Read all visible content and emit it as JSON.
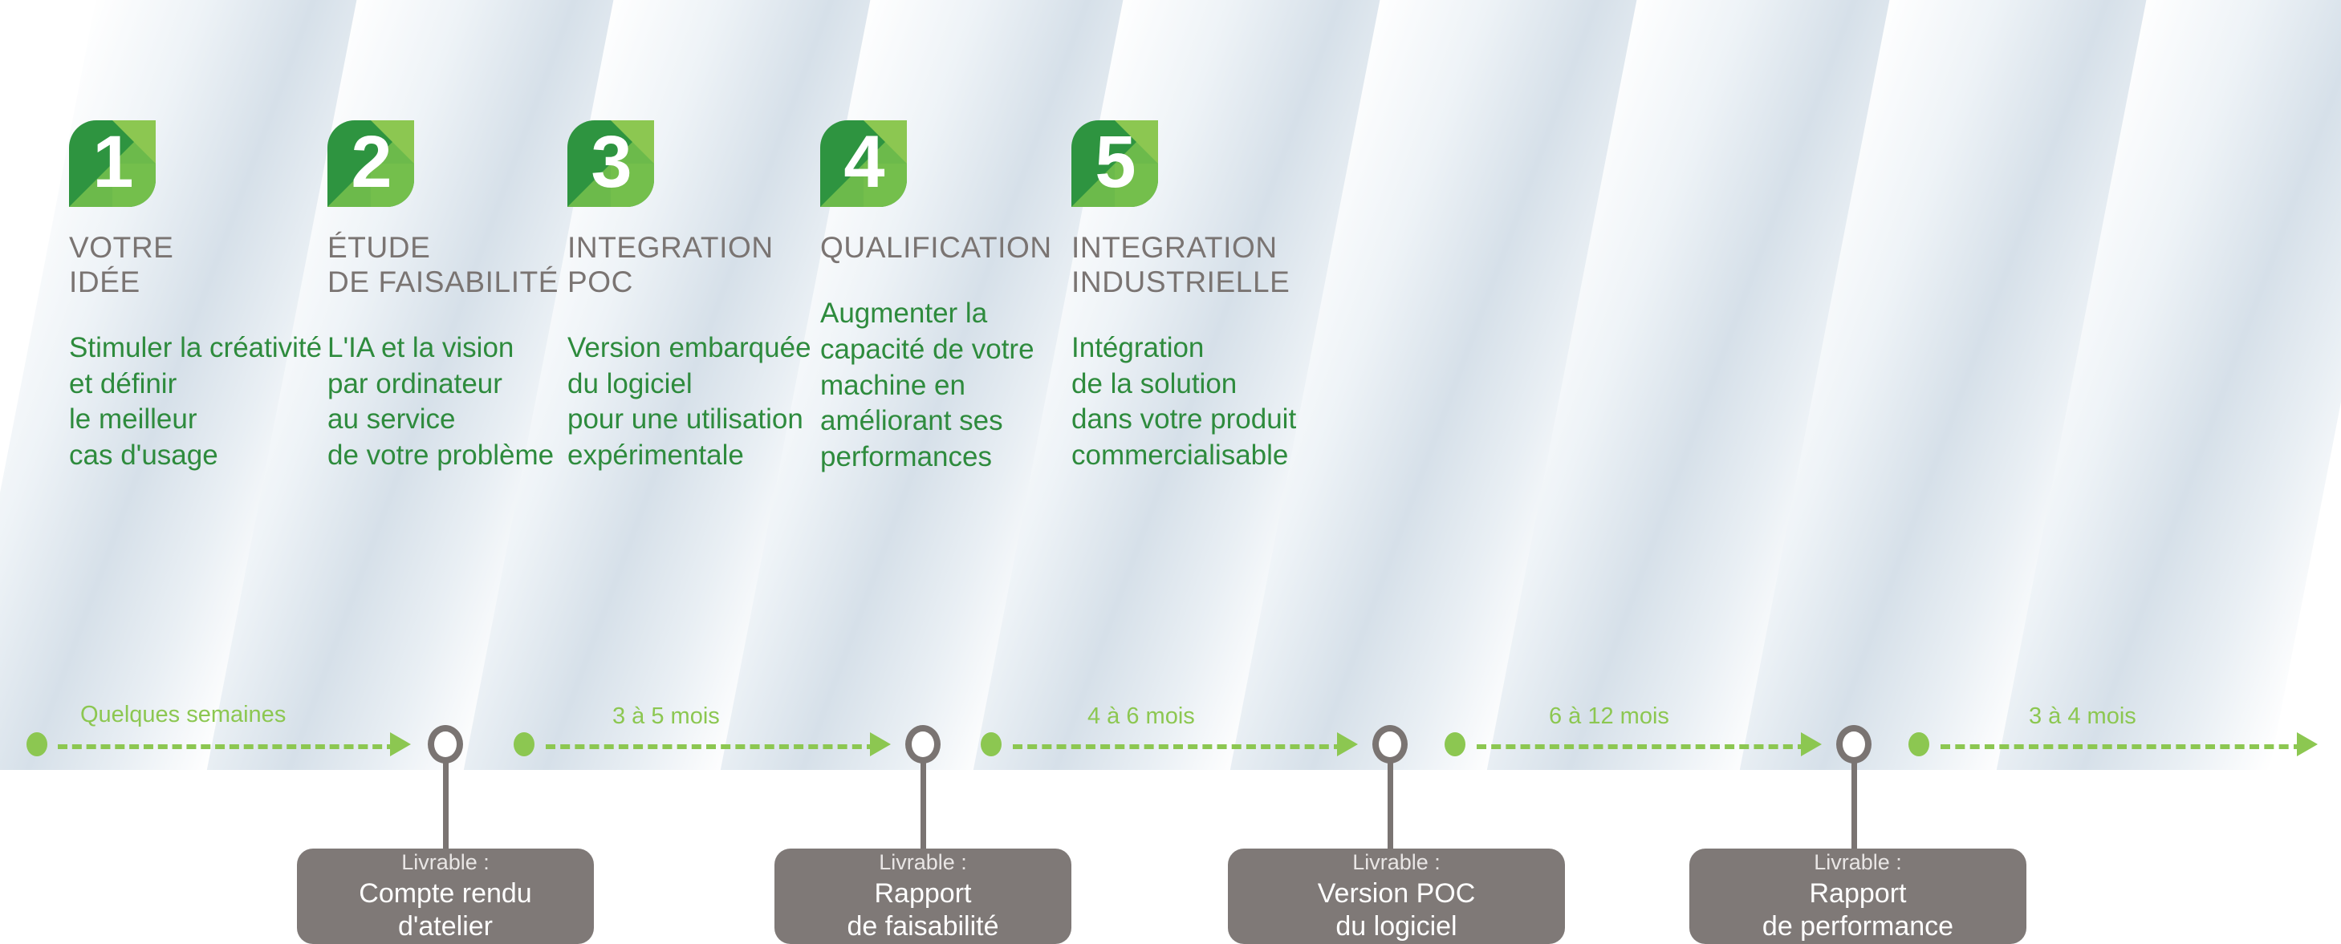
{
  "theme": {
    "leaf_dark_green": "#2e9440",
    "leaf_mid_green": "#4aa849",
    "leaf_light_green": "#8cc751",
    "leaf_pale_green": "#9fcf63",
    "body_text_green": "#2e8b3d",
    "timeline_green": "#8cc751",
    "heading_gray": "#7a7472",
    "deliverable_gray": "#7f7977",
    "band_blue": "#d6e0e9"
  },
  "steps": [
    {
      "number": "1",
      "heading": "VOTRE\nIDÉE",
      "body": "Stimuler la créativité\net définir\nle meilleur\ncas d'usage"
    },
    {
      "number": "2",
      "heading": "ÉTUDE\nDE FAISABILITÉ",
      "body": "L'IA et la vision\npar ordinateur\nau service\nde votre problème"
    },
    {
      "number": "3",
      "heading": "INTEGRATION\nPOC",
      "body": "Version embarquée\ndu logiciel\npour une utilisation\nexpérimentale"
    },
    {
      "number": "4",
      "heading": "QUALIFICATION",
      "body": "Augmenter la\ncapacité de votre\nmachine en\naméliorant ses\nperformances"
    },
    {
      "number": "5",
      "heading": "INTEGRATION\nINDUSTRIELLE",
      "body": "Intégration\nde la solution\ndans votre produit\ncommercialisable"
    }
  ],
  "timeline": {
    "durations": [
      "Quelques semaines",
      "3 à 5 mois",
      "4 à 6 mois",
      "6 à 12 mois",
      "3 à 4 mois"
    ],
    "deliverables": [
      {
        "label": "Livrable :",
        "value": "Compte rendu\nd'atelier"
      },
      {
        "label": "Livrable :",
        "value": "Rapport\nde faisabilité"
      },
      {
        "label": "Livrable :",
        "value": "Version POC\ndu logiciel"
      },
      {
        "label": "Livrable :",
        "value": "Rapport\nde performance"
      }
    ]
  }
}
